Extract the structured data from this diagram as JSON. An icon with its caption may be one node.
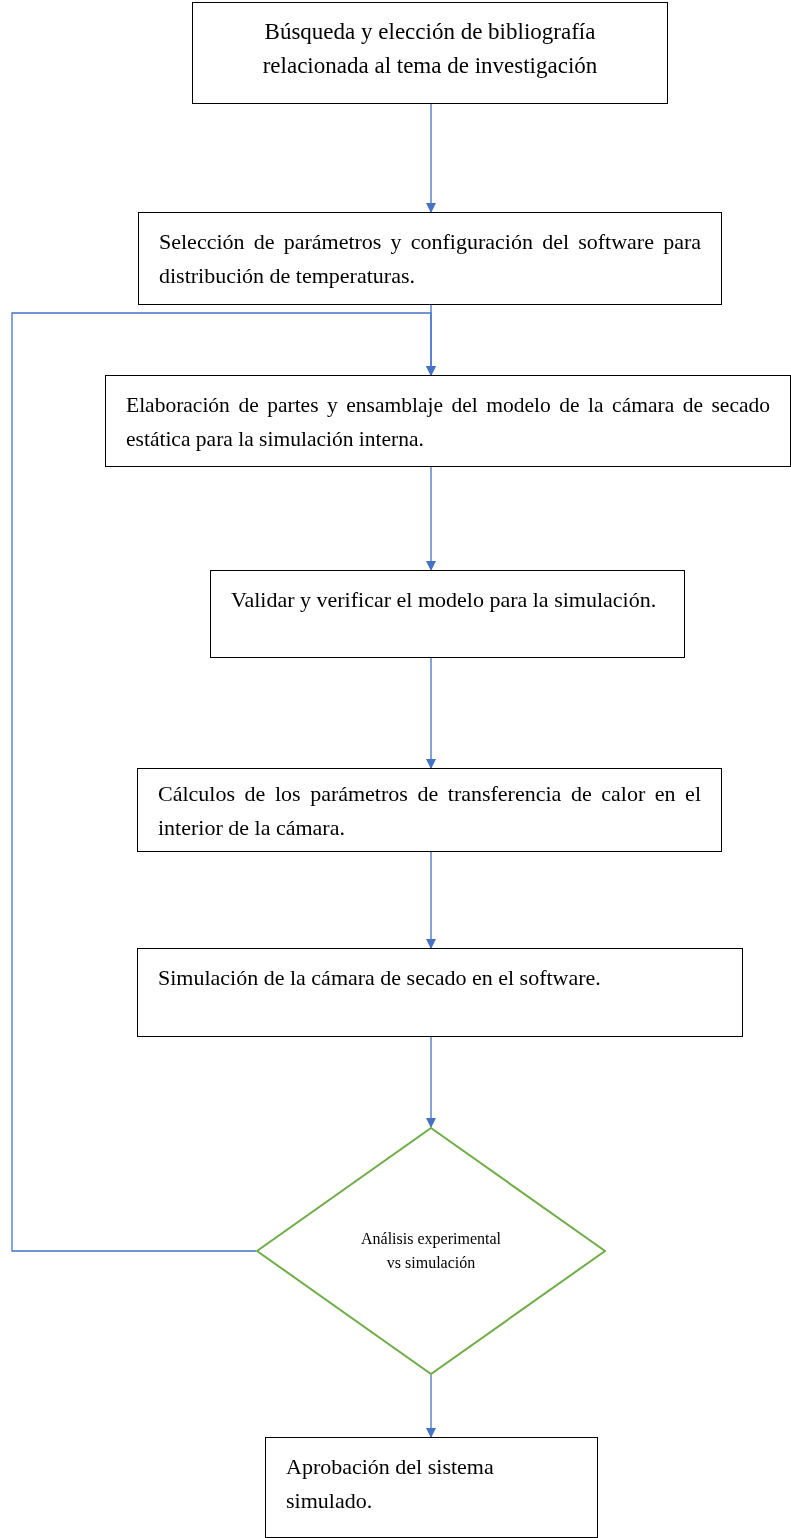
{
  "diagram": {
    "nodes": [
      {
        "text": [
          "Búsqueda y elección de bibliografía relacionada al tema de investigación"
        ]
      },
      {
        "text": [
          "Selección de parámetros y configuración del software para distribución de temperaturas."
        ]
      },
      {
        "text": [
          "Elaboración de partes y ensamblaje del modelo de la cámara de secado estática para la simulación interna."
        ]
      },
      {
        "text": [
          "Validar y verificar el modelo para la simulación."
        ]
      },
      {
        "text": [
          "Cálculos de los parámetros de transferencia de calor en el interior de la cámara."
        ]
      },
      {
        "text": [
          "Simulación de la cámara de secado en el software."
        ]
      },
      {
        "text": [
          "Análisis experimental vs simulación"
        ]
      },
      {
        "text": [
          "Aprobación del sistema simulado."
        ]
      }
    ],
    "edges": [
      {
        "from": 0,
        "to": 1,
        "arrow": "to"
      },
      {
        "from": 1,
        "to": 2,
        "arrow": "to"
      },
      {
        "from": 2,
        "to": 3,
        "arrow": "to"
      },
      {
        "from": 3,
        "to": 4,
        "arrow": "to"
      },
      {
        "from": 4,
        "to": 5,
        "arrow": "to"
      },
      {
        "from": 5,
        "to": 6,
        "arrow": "to"
      },
      {
        "from": 6,
        "to": 2,
        "arrow": "to"
      },
      {
        "from": 6,
        "to": 7,
        "arrow": "to"
      }
    ]
  }
}
